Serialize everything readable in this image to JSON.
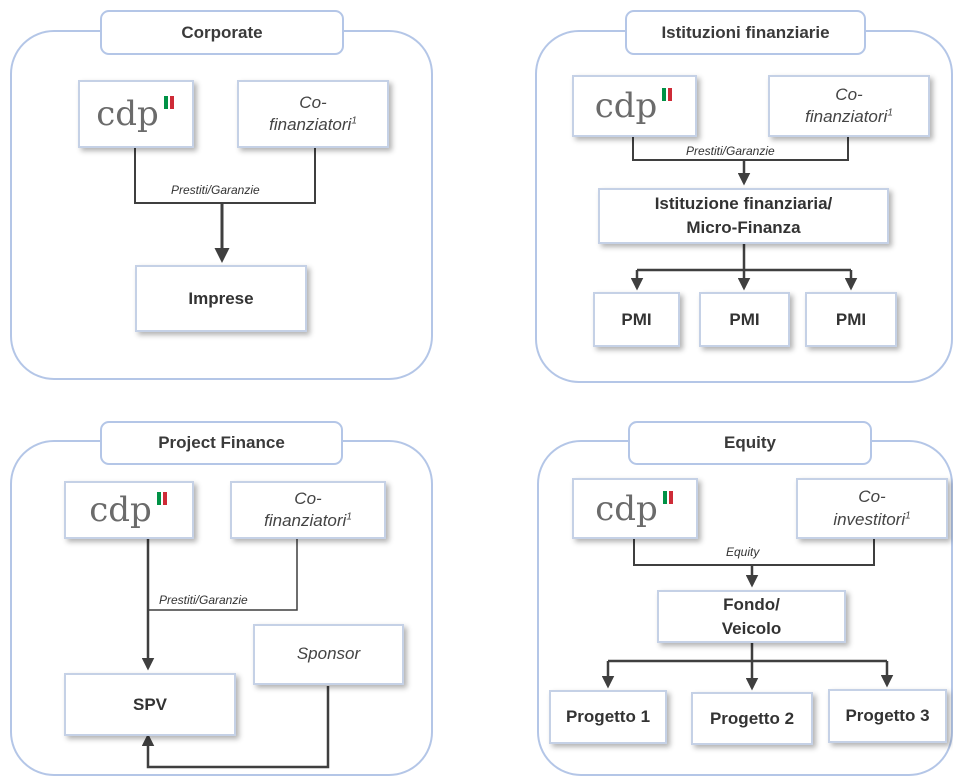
{
  "colors": {
    "frame": "#b4c6e7",
    "box_border": "#c5d1e6",
    "line": "#3f3f3f",
    "flag_green": "#009246",
    "flag_red": "#ce2b37"
  },
  "logo": {
    "text": "cdp"
  },
  "corporate": {
    "title": "Corporate",
    "cofin_line1": "Co-",
    "cofin_line2": "finanziatori",
    "cofin_sup": "1",
    "edge_label": "Prestiti/Garanzie",
    "target": "Imprese"
  },
  "financial": {
    "title": "Istituzioni finanziarie",
    "cofin_line1": "Co-",
    "cofin_line2": "finanziatori",
    "cofin_sup": "1",
    "edge_label": "Prestiti/Garanzie",
    "intermediary_line1": "Istituzione finanziaria/",
    "intermediary_line2": "Micro-Finanza",
    "recipients": [
      "PMI",
      "PMI",
      "PMI"
    ]
  },
  "project_finance": {
    "title": "Project Finance",
    "cofin_line1": "Co-",
    "cofin_line2": "finanziatori",
    "cofin_sup": "1",
    "edge_label": "Prestiti/Garanzie",
    "sponsor": "Sponsor",
    "target": "SPV"
  },
  "equity": {
    "title": "Equity",
    "coinv_line1": "Co-",
    "coinv_line2": "investitori",
    "coinv_sup": "1",
    "edge_label": "Equity",
    "vehicle_line1": "Fondo/",
    "vehicle_line2": "Veicolo",
    "projects": [
      "Progetto 1",
      "Progetto 2",
      "Progetto 3"
    ]
  }
}
